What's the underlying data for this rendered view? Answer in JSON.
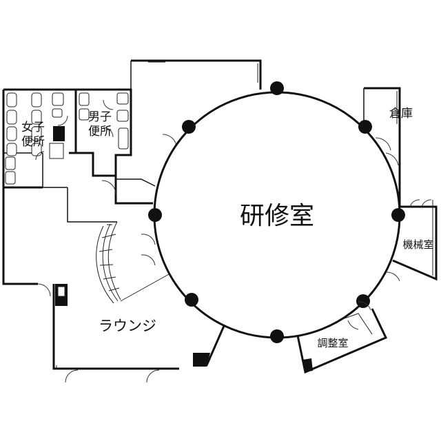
{
  "rooms": {
    "seminar_room": "研修室",
    "storage": "倉庫",
    "machine_room": "機械室",
    "control_room": "調整室",
    "lounge": "ラウンジ",
    "womens_restroom_line1": "女子",
    "womens_restroom_line2": "便所",
    "mens_restroom_line1": "男子",
    "mens_restroom_line2": "便所"
  },
  "colors": {
    "wall": "#111111",
    "background": "#ffffff"
  }
}
